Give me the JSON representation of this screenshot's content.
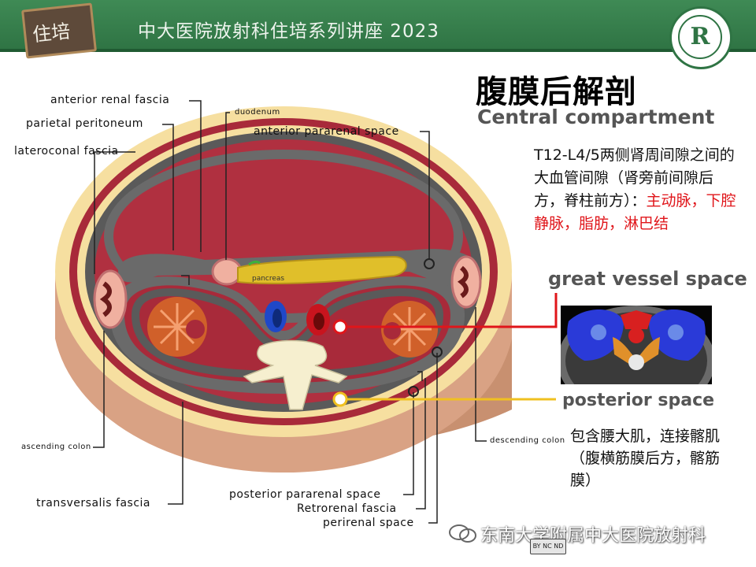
{
  "header": {
    "logo_text": "住培",
    "title": "中大医院放射科住培系列讲座 2023",
    "seal_letter": "R"
  },
  "heading": {
    "cn": "腹膜后解剖",
    "en": "Central compartment"
  },
  "description": {
    "black": "T12-L4/5两侧肾周间隙之间的大血管间隙（肾旁前间隙后方，脊柱前方）：",
    "red": "主动脉，下腔静脉，脂肪，淋巴结"
  },
  "great_vessel_space": "great vessel space",
  "posterior_space": "posterior space",
  "posterior_desc": "包含腰大肌，连接髂肌（腹横筋膜后方，髂筋膜）",
  "labels": {
    "anterior_renal_fascia": "anterior renal fascia",
    "parietal_peritoneum": "parietal peritoneum",
    "lateroconal_fascia": "lateroconal fascia",
    "duodenum": "duodenum",
    "anterior_pararenal_space": "anterior pararenal space",
    "pancreas": "pancreas",
    "ascending_colon": "ascending colon",
    "descending_colon": "descending colon",
    "transversalis_fascia": "transversalis fascia",
    "posterior_pararenal_space": "posterior pararenal space",
    "retrorenal_fascia": "Retrorenal fascia",
    "perirenal_space": "perirenal space"
  },
  "watermark": "东南大学附属中大医院放射科",
  "license_badge": "BY NC ND",
  "colors": {
    "header_green": "#2f7444",
    "red_text": "#e0151a",
    "fascia_gray": "#555555",
    "kidney_orange": "#d0602a",
    "pancreas_yellow": "#e0bf2a",
    "aorta_red": "#c8141e",
    "ivc_blue": "#1f48c8",
    "spine_cream": "#f6efcf",
    "muscle_red": "#a82a3a",
    "fat_yellow": "#f6dfa0",
    "pointer_red": "#e0151a",
    "pointer_yellow": "#f0c020"
  }
}
